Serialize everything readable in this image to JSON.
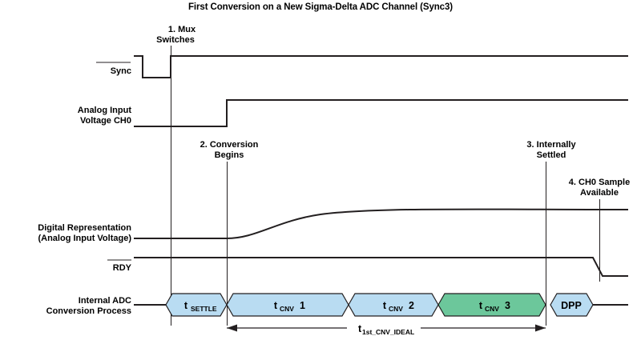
{
  "title": "First Conversion on a New Sigma-Delta ADC Channel (Sync3)",
  "signals": [
    {
      "id": "sync",
      "label": "Sync",
      "overbar": true
    },
    {
      "id": "analog-input",
      "label_line1": "Analog Input",
      "label_line2": "Voltage CH0",
      "overbar": false
    },
    {
      "id": "digital-representation",
      "label_line1": "Digital Representation",
      "label_line2": "(Analog Input Voltage)",
      "overbar": false
    },
    {
      "id": "rdy",
      "label": "RDY",
      "overbar": true
    },
    {
      "id": "internal-adc",
      "label_line1": "Internal ADC",
      "label_line2": "Conversion Process",
      "overbar": false
    }
  ],
  "callouts": [
    {
      "id": "mux-switches",
      "line1": "1. Mux",
      "line2": "Switches"
    },
    {
      "id": "conversion-begins",
      "line1": "2. Conversion",
      "line2": "Begins"
    },
    {
      "id": "internally-settled",
      "line1": "3. Internally",
      "line2": "Settled"
    },
    {
      "id": "ch0-sample-available",
      "line1": "4. CH0 Sample",
      "line2": "Available"
    }
  ],
  "process_boxes": [
    {
      "id": "t-settle",
      "base": "t",
      "sub": "SETTLE",
      "tail": "",
      "fill": "#b9dcf2"
    },
    {
      "id": "t-cnv1",
      "base": "t",
      "sub": "CNV",
      "tail": "1",
      "fill": "#b9dcf2"
    },
    {
      "id": "t-cnv2",
      "base": "t",
      "sub": "CNV",
      "tail": "2",
      "fill": "#b9dcf2"
    },
    {
      "id": "t-cnv3",
      "base": "t",
      "sub": "CNV",
      "tail": "3",
      "fill": "#6cc79b"
    },
    {
      "id": "dpp",
      "base": "DPP",
      "sub": "",
      "tail": "",
      "fill": "#b9dcf2"
    }
  ],
  "dimension": {
    "id": "t-1st-cnv-ideal",
    "base": "t",
    "sub": "1st_CNV_IDEAL"
  },
  "colors": {
    "line": "#231f20",
    "box_blue": "#b9dcf2",
    "box_green": "#6cc79b",
    "background": "#ffffff"
  }
}
